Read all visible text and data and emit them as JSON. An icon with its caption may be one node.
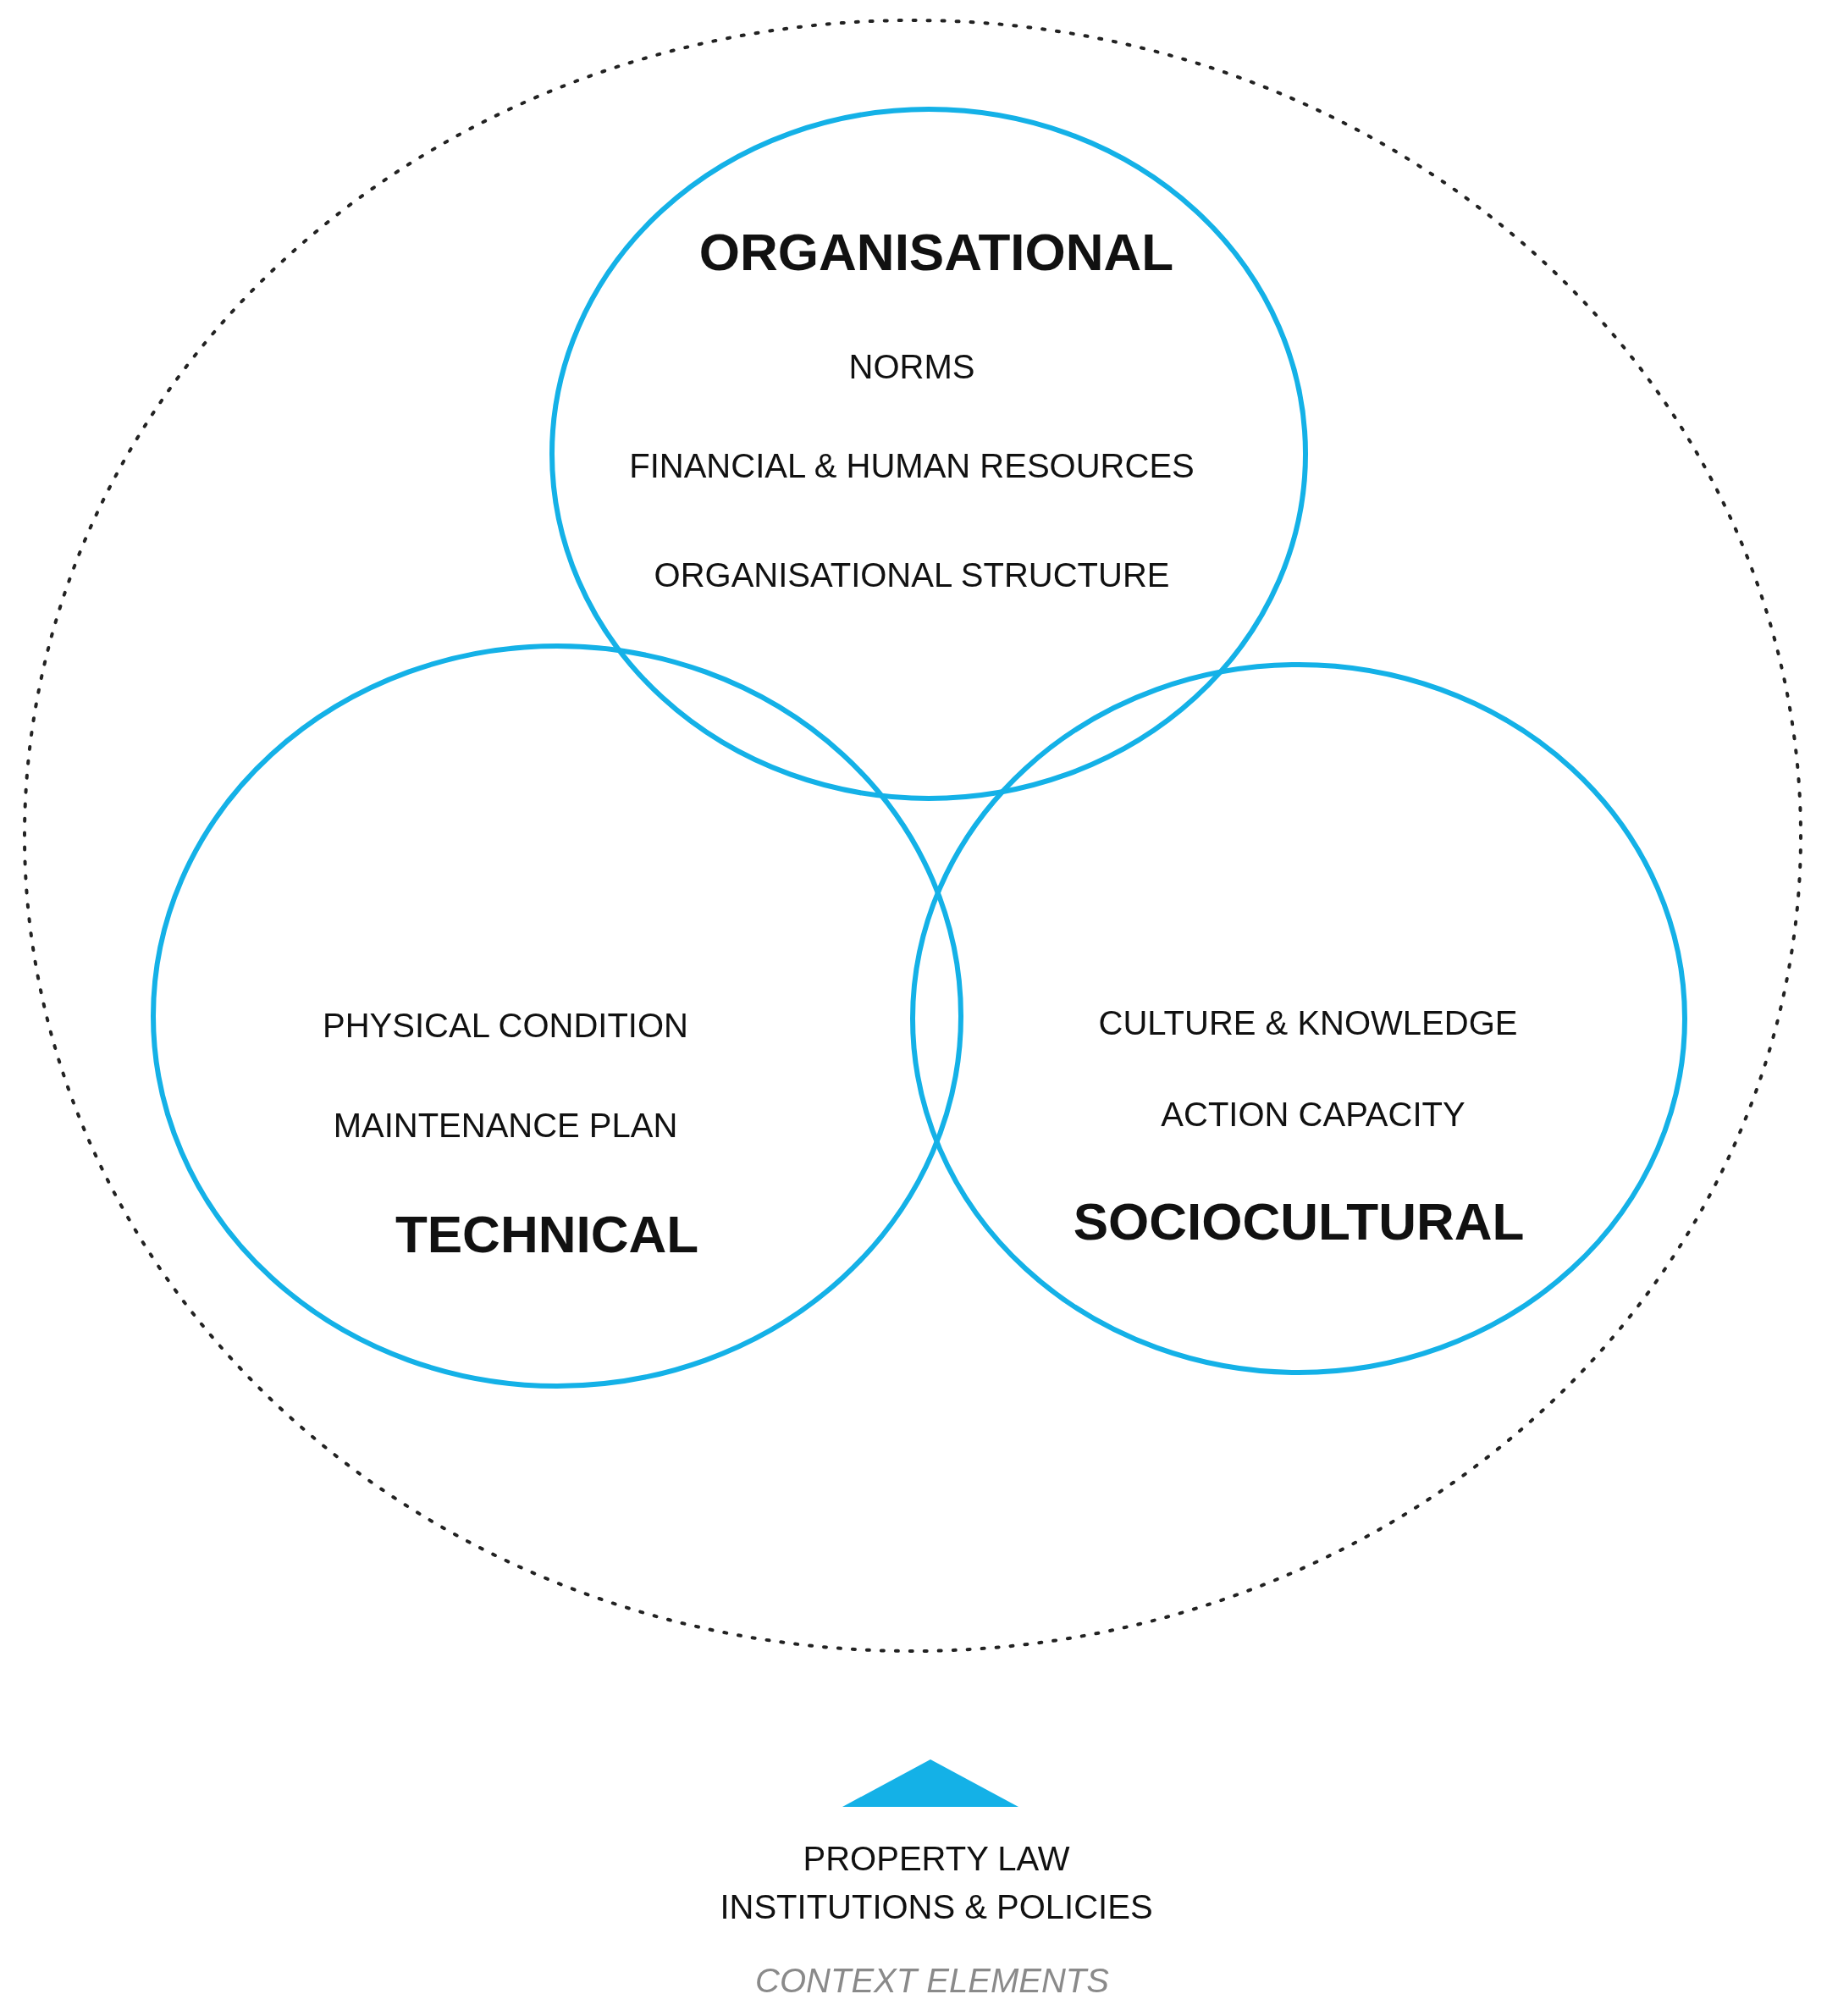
{
  "diagram": {
    "nodes": [
      {
        "text": [],
        "shape": "circle"
      },
      {
        "text": [
          "ORGANISATIONAL",
          "NORMS",
          "FINANCIAL & HUMAN RESOURCES",
          "ORGANISATIONAL STRUCTURE"
        ],
        "in": 0
      },
      {
        "text": [
          "PHYSICAL CONDITION",
          "MAINTENANCE PLAN",
          "TECHNICAL"
        ],
        "in": 0
      },
      {
        "text": [
          "CULTURE & KNOWLEDGE",
          "ACTION CAPACITY",
          "SOCIOCULTURAL"
        ],
        "in": 0
      }
    ],
    "labels": [
      "PROPERTY LAW",
      "INSTITUTIONS & POLICIES",
      "CONTEXT ELEMENTS"
    ]
  }
}
